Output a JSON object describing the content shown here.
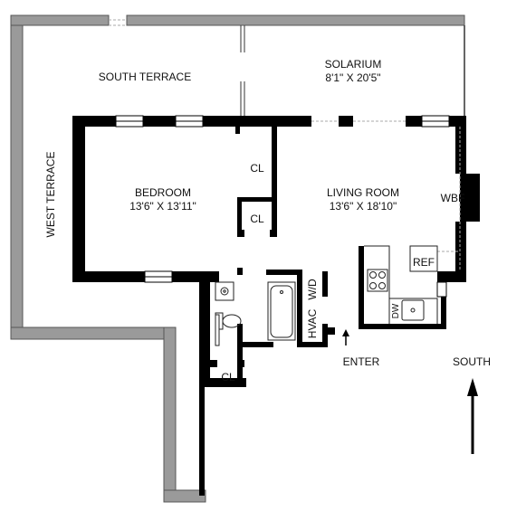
{
  "labels": {
    "south_terrace": "SOUTH TERRACE",
    "solarium": "SOLARIUM",
    "solarium_dims": "8'1\" X 20'5\"",
    "west_terrace": "WEST TERRACE",
    "bedroom": "BEDROOM",
    "bedroom_dims": "13'6\" X 13'11\"",
    "closet": "CL",
    "living_room": "LIVING ROOM",
    "living_room_dims": "13'6\" X 18'10\"",
    "wbf": "WBF",
    "ref": "REF",
    "dw": "DW",
    "wd": "W/D",
    "hvac": "HVAC",
    "enter": "ENTER",
    "south": "SOUTH"
  },
  "colors": {
    "wall": "#000000",
    "terrace_wall": "#9a9a9a",
    "terrace_wall_edge": "#555555",
    "fixture_line": "#222222",
    "dash_line": "#aaaaaa"
  },
  "icons": [
    "north-arrow-icon",
    "entry-arrow-icon",
    "toilet-icon",
    "sink-icon",
    "bathtub-icon",
    "stove-icon",
    "kitchen-sink-icon"
  ]
}
